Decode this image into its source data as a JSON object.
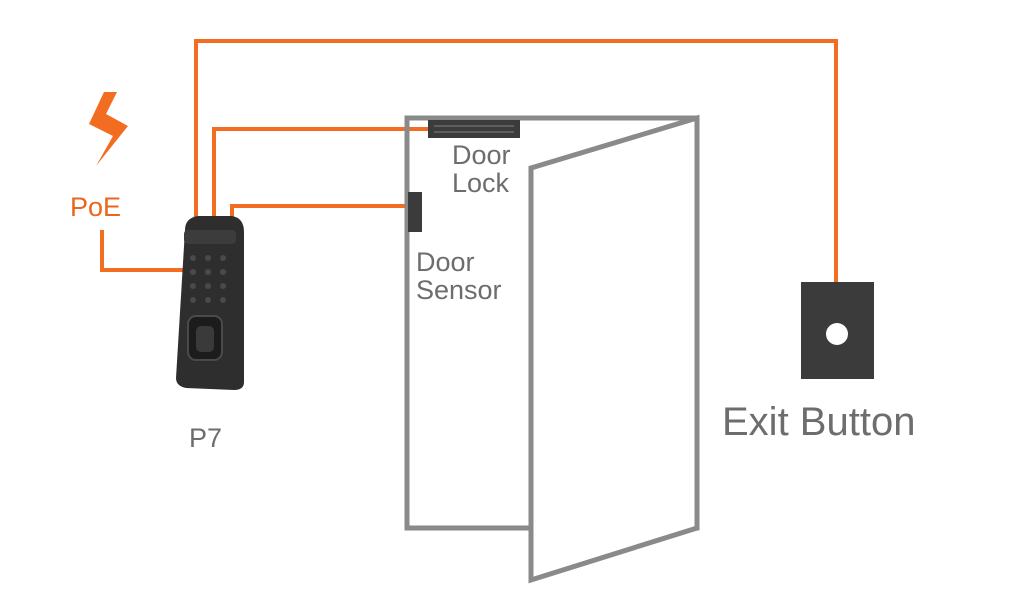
{
  "labels": {
    "poe": "PoE",
    "door_lock": [
      "Door",
      "Lock"
    ],
    "door_sensor": [
      "Door",
      "Sensor"
    ],
    "device": "P7",
    "exit_button": "Exit Button"
  },
  "icons": {
    "power": "lightning-bolt-icon",
    "exit_button": "push-button-icon",
    "device": "fingerprint-reader-icon"
  },
  "colors": {
    "wire": "#f26d21",
    "door_outline": "#8a8a8a",
    "hardware": "#3b3b3b",
    "device_body": "#2e2e2e",
    "label_gray": "#6d6d6d",
    "label_orange": "#e8661e"
  }
}
